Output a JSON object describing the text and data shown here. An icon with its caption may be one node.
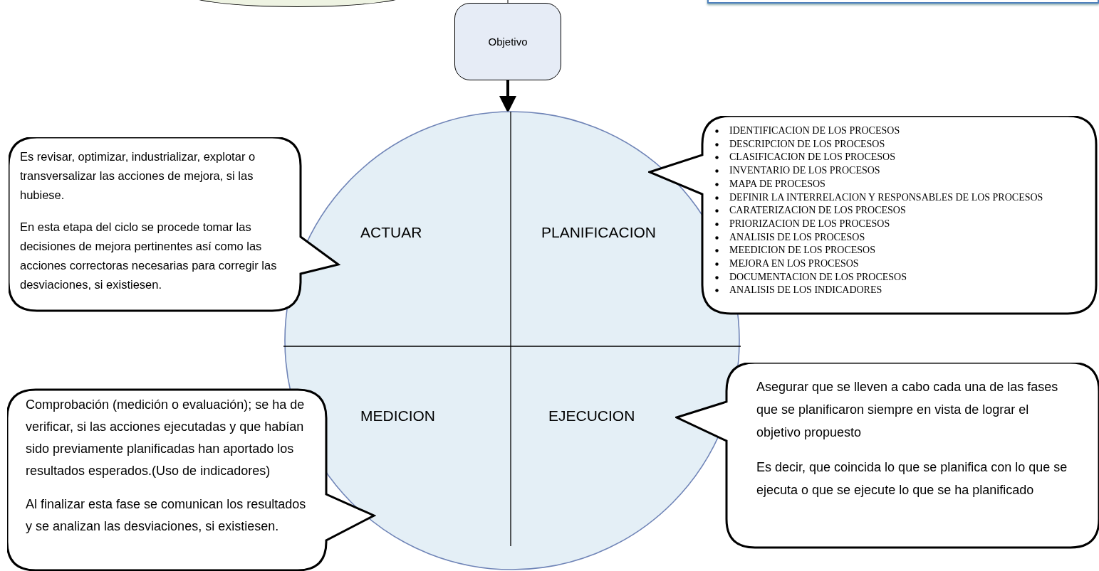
{
  "diagram": {
    "nodes": [
      {
        "text": [],
        "shape": "box"
      },
      {
        "text": [],
        "shape": "box"
      },
      {
        "text": [
          "Objetivo"
        ]
      },
      {
        "text": [],
        "shape": "circle"
      },
      {
        "text": [
          "ACTUAR"
        ],
        "in": 3
      },
      {
        "text": [
          "PLANIFICACION"
        ],
        "in": 3
      },
      {
        "text": [
          "MEDICION"
        ],
        "in": 3
      },
      {
        "text": [
          "EJECUCION"
        ],
        "in": 3
      },
      {
        "text": [
          "Es revisar, optimizar, industrializar, explotar o transversalizar las acciones de mejora, si las hubiese.",
          "En esta etapa del ciclo se procede tomar las decisiones de mejora pertinentes así como las acciones correctoras necesarias para corregir las desviaciones, si existiesen."
        ]
      },
      {
        "text": [
          "IDENTIFICACION DE LOS PROCESOS",
          "DESCRIPCION DE LOS PROCESOS",
          "CLASIFICACION DE LOS PROCESOS",
          "INVENTARIO DE LOS PROCESOS",
          "MAPA DE PROCESOS",
          "DEFINIR LA INTERRELACION Y RESPONSABLES DE LOS PROCESOS",
          "CARATERIZACION DE LOS PROCESOS",
          "PRIORIZACION DE LOS PROCESOS",
          "ANALISIS DE LOS PROCESOS",
          "MEEDICION DE LOS PROCESOS",
          "MEJORA EN LOS PROCESOS",
          "DOCUMENTACION DE LOS PROCESOS",
          "ANALISIS DE LOS INDICADORES"
        ]
      },
      {
        "text": [
          "Comprobación (medición o evaluación); se ha de verificar, si las acciones ejecutadas y que habían sido previamente planificadas han aportado los resultados esperados.(Uso de indicadores)",
          "Al finalizar esta fase se  comunican  los resultados y se analizan las desviaciones, si existiesen."
        ]
      },
      {
        "text": [
          "Asegurar que se lleven a cabo cada una de las fases que se planificaron siempre en vista de lograr el objetivo propuesto",
          "Es decir, que coincida lo que se planifica con lo que se ejecuta o que se ejecute lo que se ha planificado"
        ]
      }
    ],
    "edges": [
      {
        "from": null,
        "to": 2,
        "arrow": "none"
      },
      {
        "from": 2,
        "to": 3,
        "arrow": "to",
        "style": "thick"
      }
    ]
  }
}
